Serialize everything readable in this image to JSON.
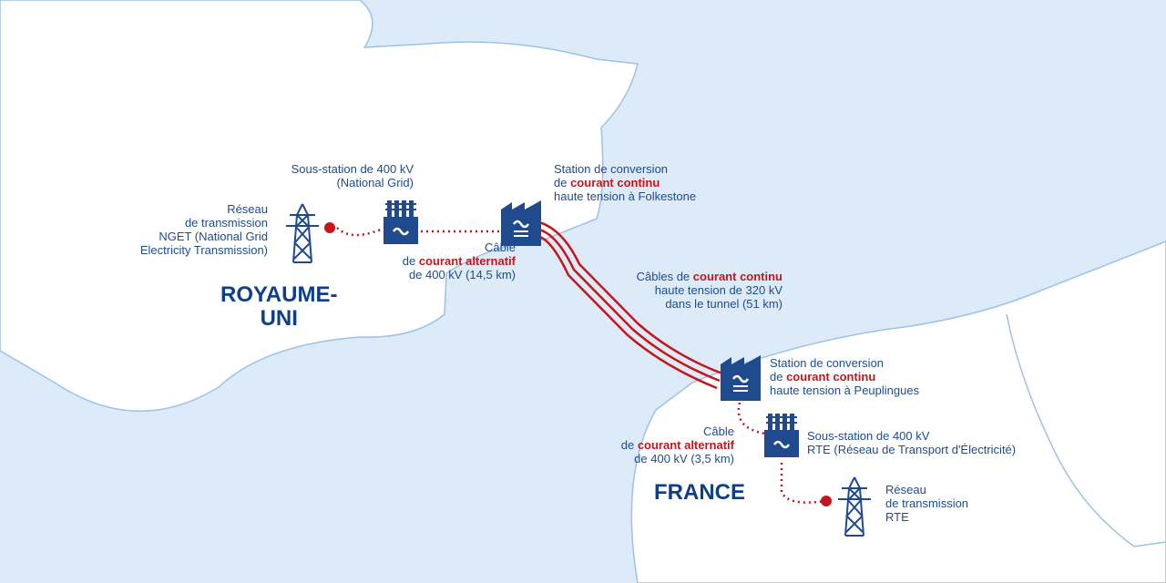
{
  "colors": {
    "sea": "#dcebf7",
    "land": "#ffffff",
    "border": "#9cc2e6",
    "text": "#1d4c8f",
    "highlight": "#c4161c",
    "icon": "#1f4b8e"
  },
  "countries": {
    "uk_line1": "ROYAUME-",
    "uk_line2": "UNI",
    "france": "FRANCE"
  },
  "labels": {
    "uk_substation": {
      "line1": "Sous-station de 400 kV",
      "line2": "(National Grid)"
    },
    "uk_grid": {
      "line1": "Réseau",
      "line2": "de transmission",
      "line3": "NGET (National Grid",
      "line4": "Electricity Transmission)"
    },
    "uk_ac_cable": {
      "line1": "Câble",
      "line2_prefix": "de ",
      "line2_highlight": "courant alternatif",
      "line3": "de 400 kV (14,5 km)"
    },
    "folkestone": {
      "line1": "Station de conversion",
      "line2_prefix": "de ",
      "line2_highlight": "courant continu",
      "line3": "haute tension à Folkestone"
    },
    "dc_cables": {
      "line1_prefix": "Câbles de ",
      "line1_highlight": "courant continu",
      "line2": "haute tension de 320 kV",
      "line3": "dans le tunnel (51 km)"
    },
    "peuplingues": {
      "line1": "Station de conversion",
      "line2_prefix": "de ",
      "line2_highlight": "courant continu",
      "line3": "haute tension à Peuplingues"
    },
    "fr_ac_cable": {
      "line1": "Câble",
      "line2_prefix": "de ",
      "line2_highlight": "courant alternatif",
      "line3": "de 400 kV (3,5 km)"
    },
    "fr_substation": {
      "line1": "Sous-station de 400 kV",
      "line2": "RTE (Réseau de Transport d'Électricité)"
    },
    "fr_grid": {
      "line1": "Réseau",
      "line2": "de transmission",
      "line3": "RTE"
    }
  },
  "icons": {
    "uk_pylon": "transmission-pylon-icon",
    "uk_substation": "substation-icon",
    "folkestone_station": "converter-station-icon",
    "peuplingues_station": "converter-station-icon",
    "fr_substation": "substation-icon",
    "fr_pylon": "transmission-pylon-icon"
  }
}
